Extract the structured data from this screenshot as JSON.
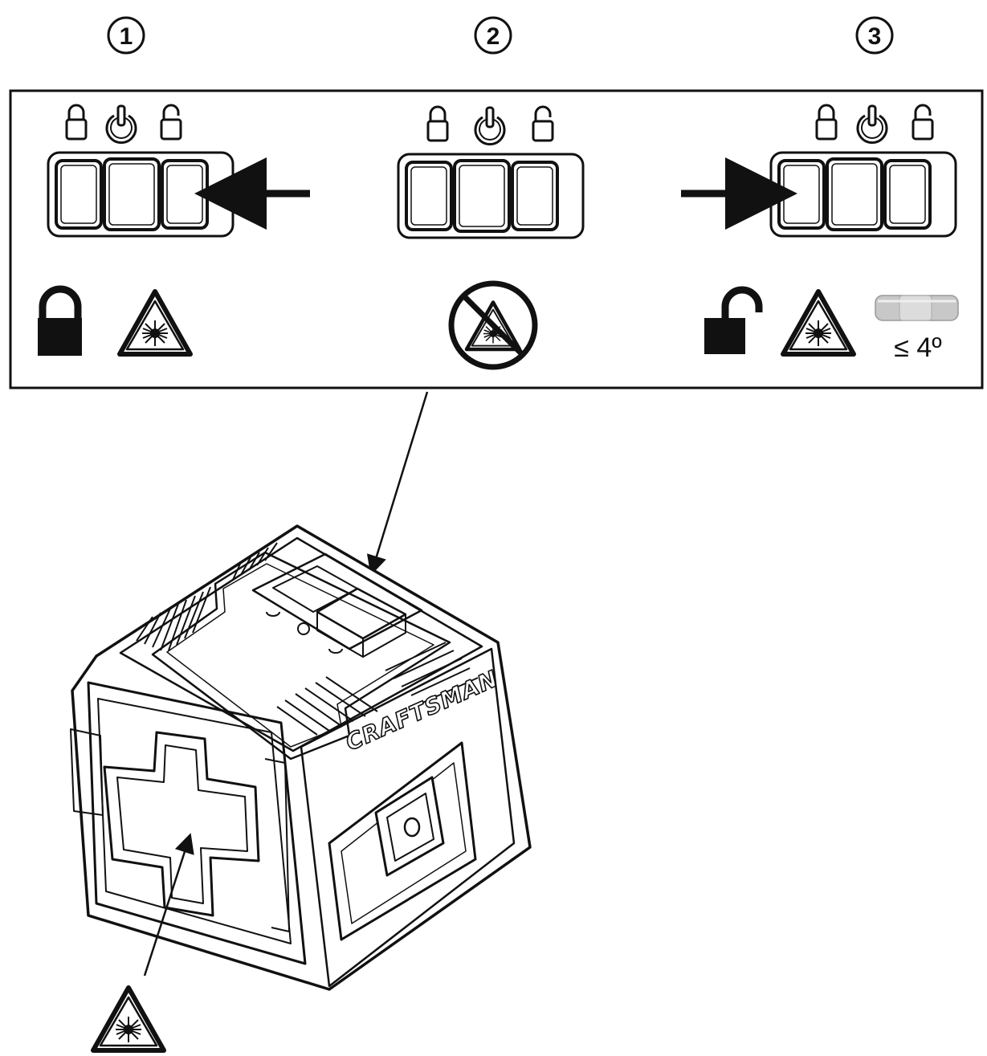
{
  "steps": [
    {
      "number": "1",
      "lock_state": "locked",
      "laser": "on",
      "switch_position": "left"
    },
    {
      "number": "2",
      "lock_state": "off",
      "laser": "off",
      "switch_position": "center"
    },
    {
      "number": "3",
      "lock_state": "unlocked",
      "laser": "on",
      "switch_position": "right",
      "tilt_limit": "≤ 4º"
    }
  ],
  "switch_icons": [
    "padlock-closed-icon",
    "power-icon",
    "padlock-open-icon"
  ],
  "device": {
    "brand": "CRAFTSMAN"
  },
  "colors": {
    "line": "#111111",
    "background": "#ffffff",
    "vial": "#c8c8c8"
  }
}
